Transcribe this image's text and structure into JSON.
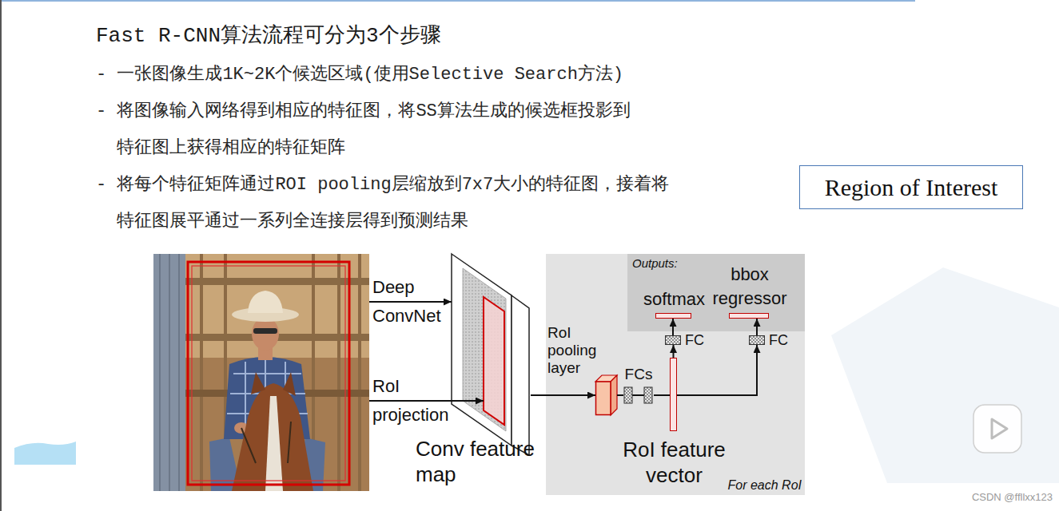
{
  "diagram": {
    "title": "Fast R-CNN算法流程可分为3个步骤",
    "nodes": [
      {
        "text": [
          "Region of Interest"
        ]
      },
      {
        "text": [
          "Conv feature map"
        ]
      },
      {
        "text": [
          "For each RoI"
        ]
      },
      {
        "text": [
          "RoI pooling layer"
        ],
        "in": 2
      },
      {
        "text": [
          "FCs"
        ],
        "in": 2
      },
      {
        "text": [
          "RoI feature vector"
        ],
        "in": 2
      },
      {
        "text": [
          "Outputs:"
        ],
        "in": 2
      },
      {
        "text": [
          "softmax"
        ],
        "in": 6
      },
      {
        "text": [
          "bbox regressor"
        ],
        "in": 6
      },
      {
        "text": [
          "FC"
        ],
        "in": 2
      },
      {
        "text": [
          "FC"
        ],
        "in": 2
      }
    ],
    "edges": [
      {
        "from": 1,
        "to": 3,
        "arrow": "to"
      },
      {
        "from": 3,
        "to": 4,
        "arrow": "none"
      },
      {
        "from": 4,
        "to": 5,
        "arrow": "none"
      },
      {
        "from": 5,
        "to": 9,
        "arrow": "to"
      },
      {
        "from": 9,
        "to": 7,
        "arrow": "to"
      },
      {
        "from": 5,
        "to": 10,
        "arrow": "to"
      },
      {
        "from": 10,
        "to": 8,
        "arrow": "to"
      }
    ],
    "labels": [
      "- 一张图像生成1K~2K个候选区域(使用Selective Search方法)",
      "- 将图像输入网络得到相应的特征图，将SS算法生成的候选框投影到 特征图上获得相应的特征矩阵",
      "- 将每个特征矩阵通过ROI pooling层缩放到7x7大小的特征图，接着将 特征图展平通过一系列全连接层得到预测结果",
      "Deep ConvNet",
      "RoI projection",
      "CSDN @ffllxx123"
    ]
  }
}
